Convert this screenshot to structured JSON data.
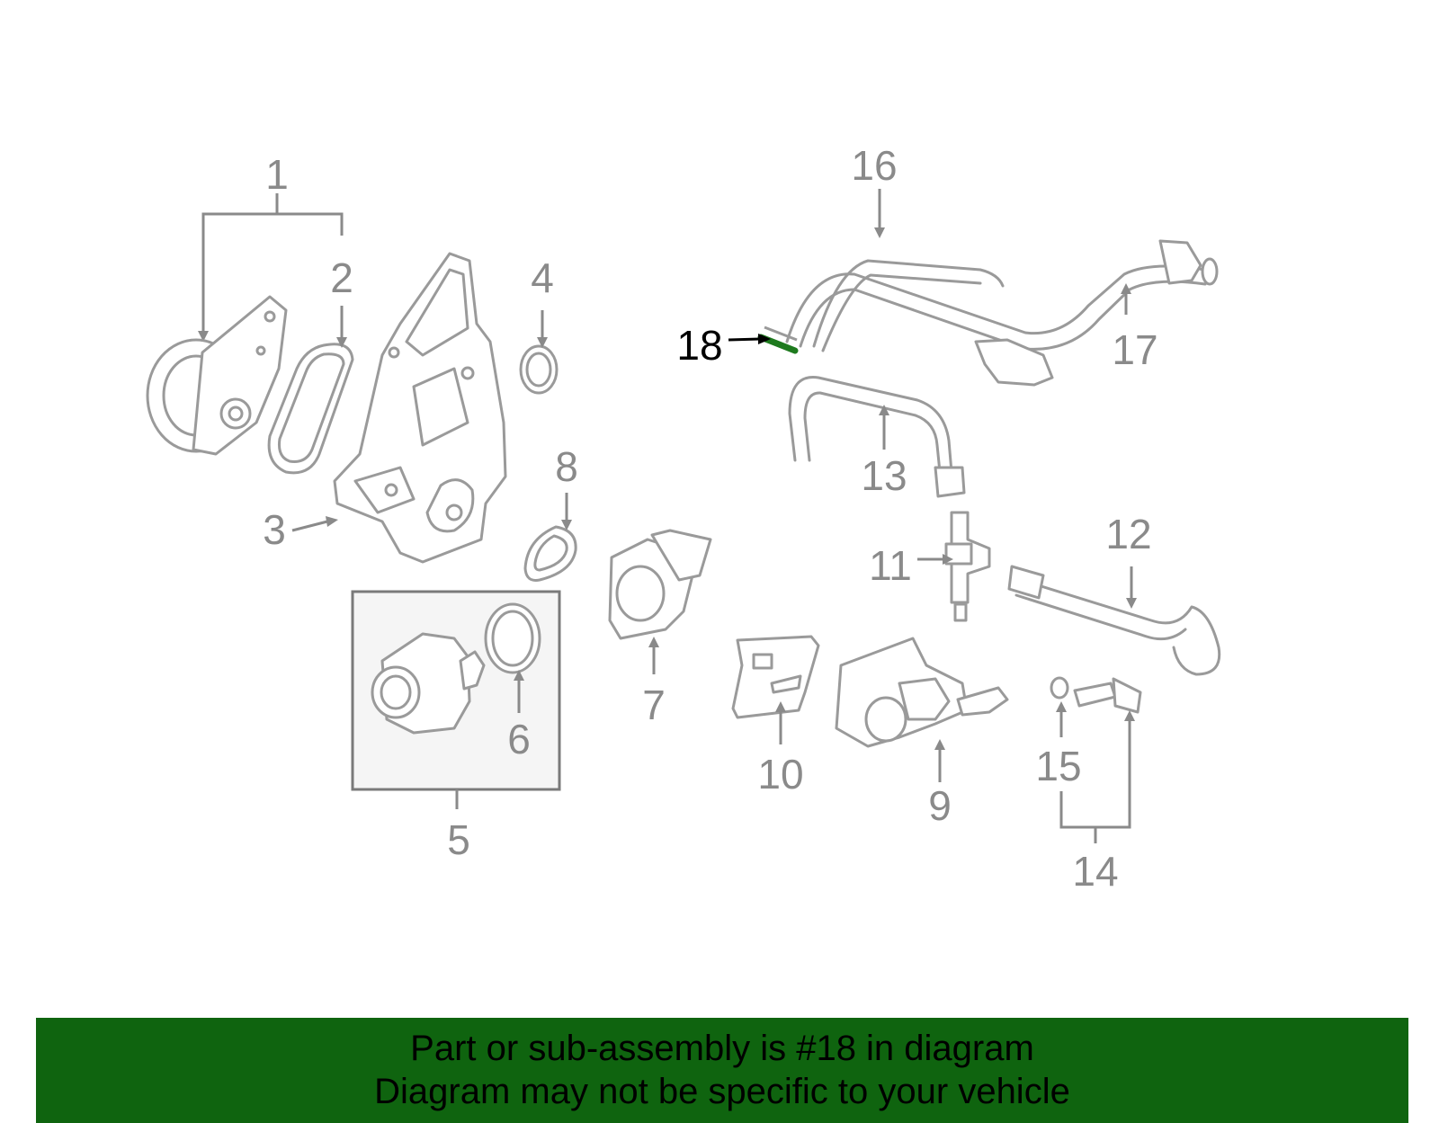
{
  "callouts": {
    "c1": "1",
    "c2": "2",
    "c3": "3",
    "c4": "4",
    "c5": "5",
    "c6": "6",
    "c7": "7",
    "c8": "8",
    "c9": "9",
    "c10": "10",
    "c11": "11",
    "c12": "12",
    "c13": "13",
    "c14": "14",
    "c15": "15",
    "c16": "16",
    "c17": "17",
    "c18": "18"
  },
  "highlighted_callout": "18",
  "colors": {
    "banner": "#0f640f",
    "highlight_part": "#1e7a1e",
    "part_stroke": "#9a9a9a"
  },
  "banner": {
    "line1": "Part or sub-assembly is #18 in diagram",
    "line2": "Diagram may not be specific to your vehicle"
  }
}
